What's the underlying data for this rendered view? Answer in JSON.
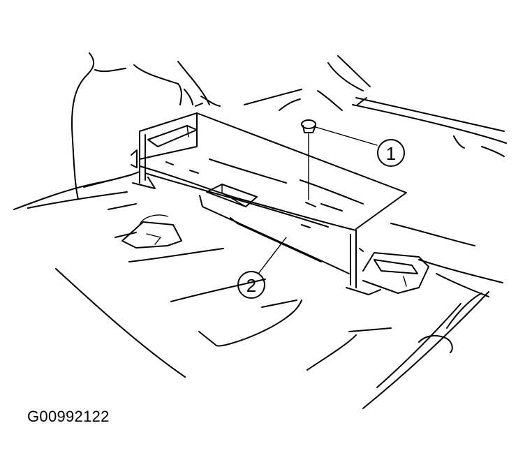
{
  "figure": {
    "callouts": [
      {
        "number": "1"
      },
      {
        "number": "2"
      }
    ],
    "code": "G00992122"
  },
  "colors": {
    "line": "#000000",
    "background": "#ffffff"
  }
}
